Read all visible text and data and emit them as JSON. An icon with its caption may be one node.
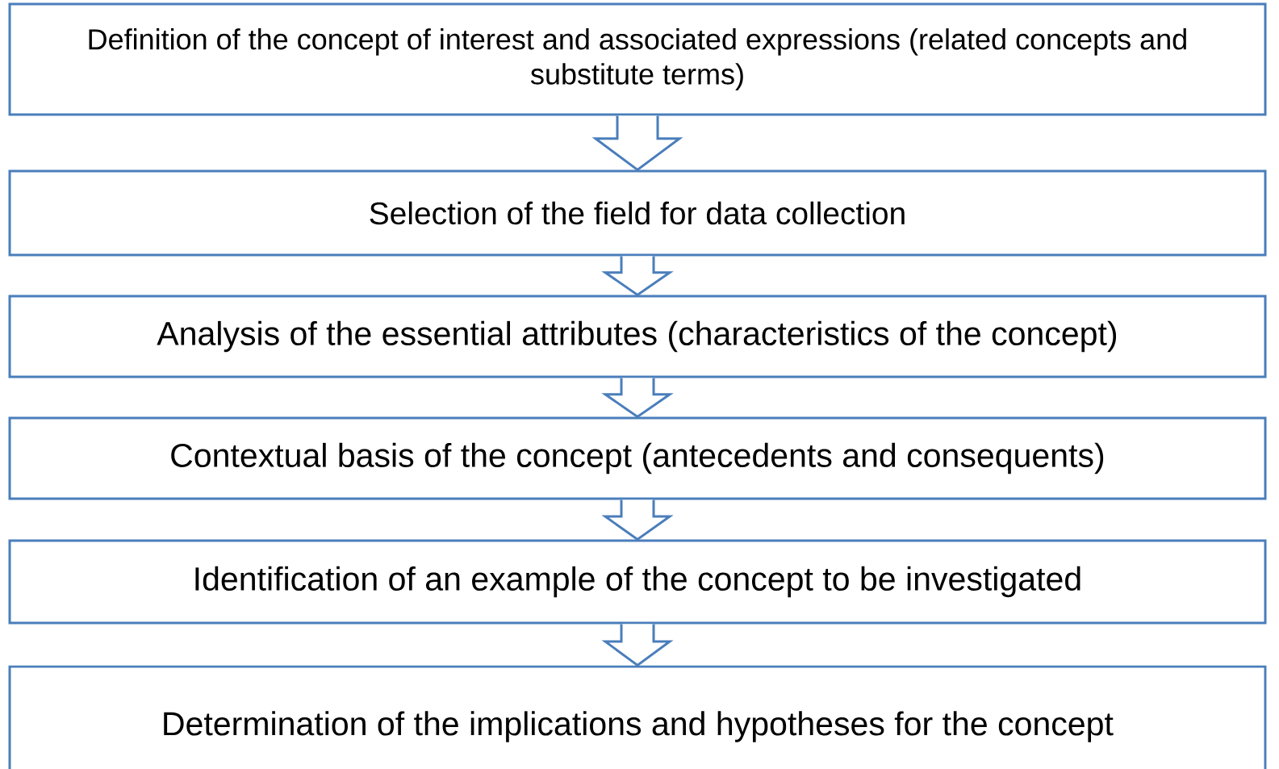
{
  "diagram": {
    "nodes": [
      {
        "text": [
          "Definition of the concept of interest and associated expressions (related concepts and substitute terms)"
        ]
      },
      {
        "text": [
          "Selection of the field for data collection"
        ]
      },
      {
        "text": [
          "Analysis of the essential attributes (characteristics of the concept)"
        ]
      },
      {
        "text": [
          "Contextual basis of the concept (antecedents and consequents)"
        ]
      },
      {
        "text": [
          "Identification of an example of the concept to be investigated"
        ]
      },
      {
        "text": [
          "Determination of the implications and hypotheses for the concept"
        ]
      }
    ],
    "edges": [
      {
        "from": 0,
        "to": 1,
        "arrow": "to"
      },
      {
        "from": 1,
        "to": 2,
        "arrow": "to"
      },
      {
        "from": 2,
        "to": 3,
        "arrow": "to"
      },
      {
        "from": 3,
        "to": 4,
        "arrow": "to"
      },
      {
        "from": 4,
        "to": 5,
        "arrow": "to"
      }
    ]
  }
}
